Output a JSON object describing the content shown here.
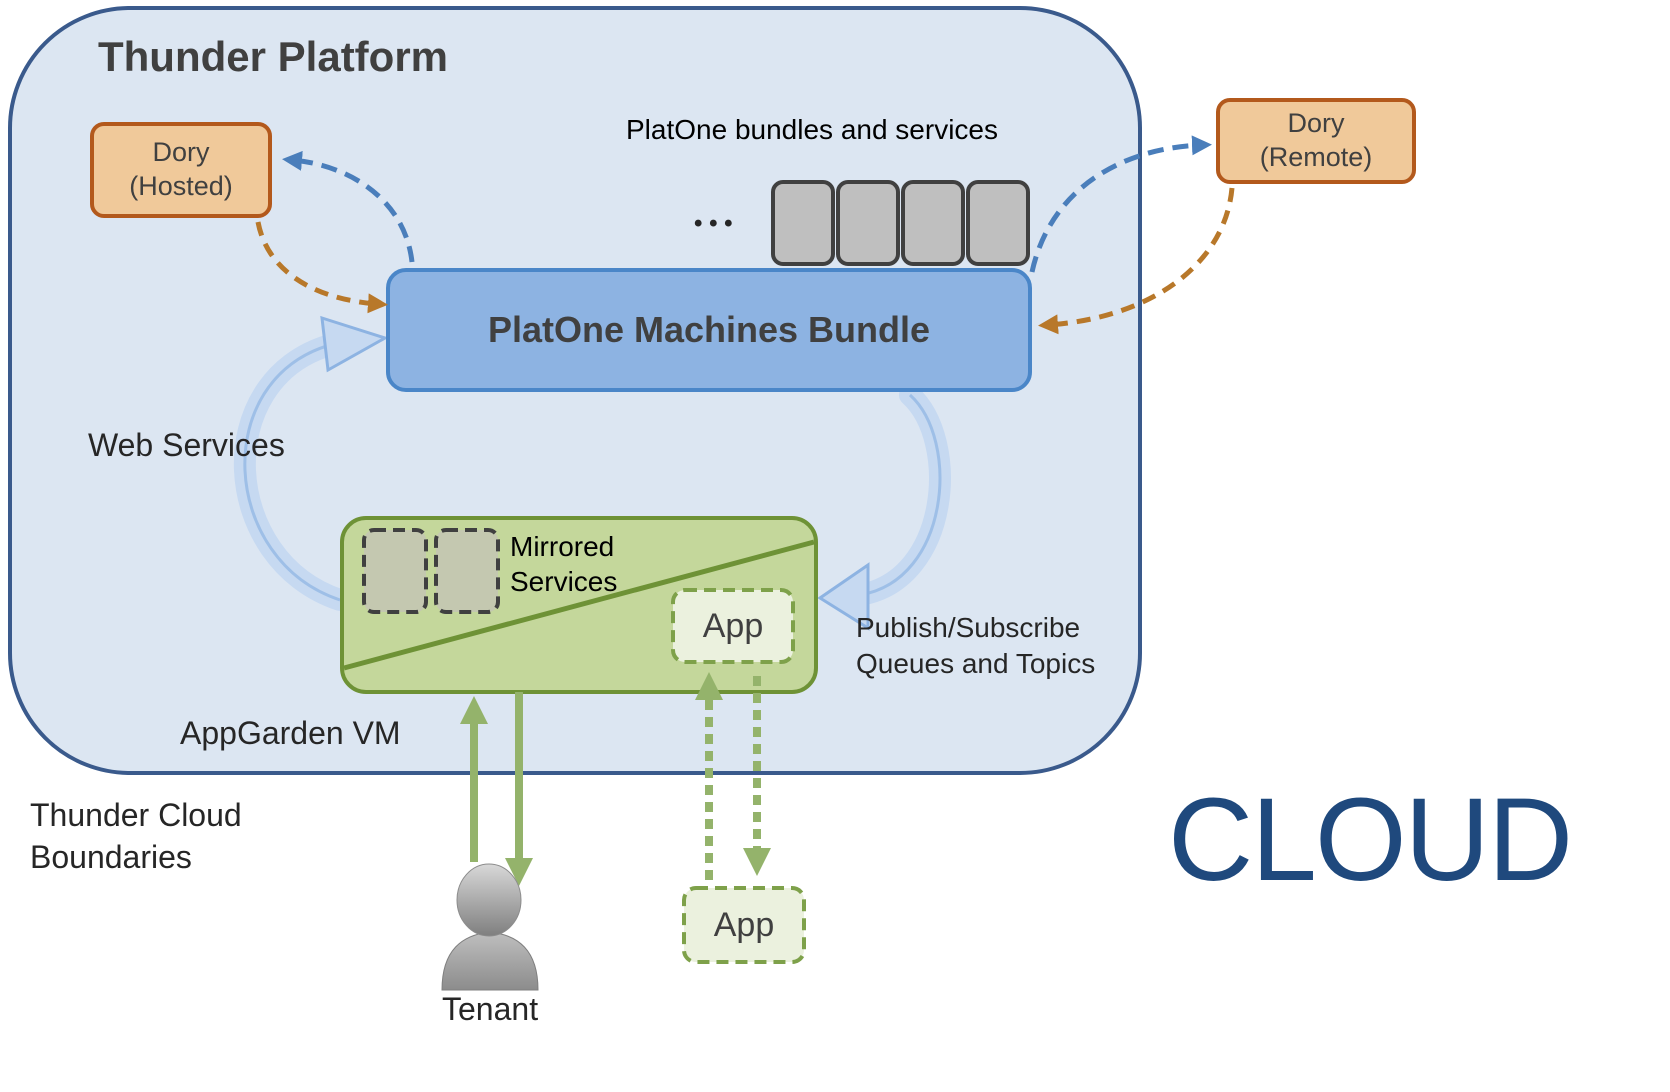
{
  "platform": {
    "title": "Thunder Platform"
  },
  "bundles_caption": "PlatOne bundles and services",
  "ellipsis": "• • •",
  "machines_bundle": "PlatOne Machines Bundle",
  "dory_hosted": {
    "line1": "Dory",
    "line2": "(Hosted)"
  },
  "dory_remote": {
    "line1": "Dory",
    "line2": "(Remote)"
  },
  "web_services": "Web Services",
  "appgarden": {
    "mirrored_line1": "Mirrored",
    "mirrored_line2": "Services",
    "app_inner": "App",
    "vm_label": "AppGarden VM"
  },
  "pubsub": {
    "line1": "Publish/Subscribe",
    "line2": "Queues and Topics"
  },
  "boundaries": {
    "line1": "Thunder Cloud",
    "line2": "Boundaries"
  },
  "tenant": "Tenant",
  "app_outer": "App",
  "cloud_word": "CLOUD",
  "colors": {
    "platform_fill": "#dce6f2",
    "platform_stroke": "#3a5a8c",
    "dory_fill": "#f0c99a",
    "dory_stroke": "#b3591c",
    "bundle_fill": "#8db3e2",
    "bundle_stroke": "#4a86c8",
    "blue_arrow": "#4a7ebb",
    "orange_arrow": "#b8782a",
    "green_fill": "#c4d79b",
    "green_stroke": "#6e9236",
    "green_arrow": "#94b36b",
    "cloud_text": "#1f497d"
  }
}
